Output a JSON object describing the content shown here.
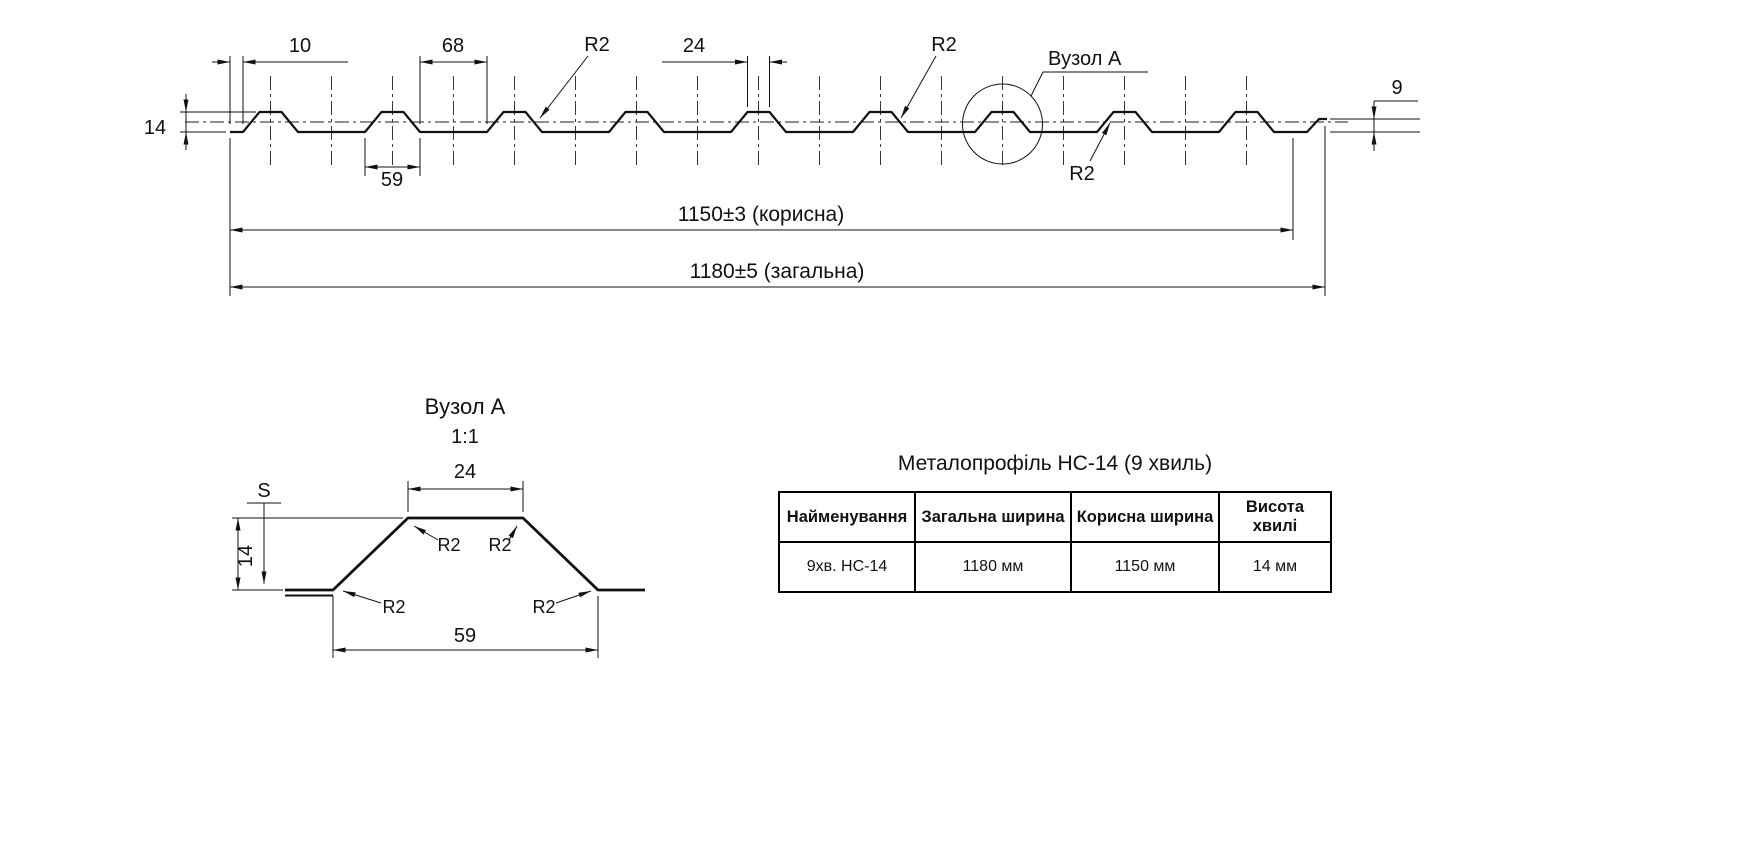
{
  "main_view": {
    "node_label": "Вузол А",
    "dim_10": "10",
    "dim_68": "68",
    "dim_24": "24",
    "dim_14": "14",
    "dim_9": "9",
    "dim_59": "59",
    "radius_label": "R2",
    "useful_width": "1150±3 (корисна)",
    "overall_width": "1180±5 (загальна)"
  },
  "detail_view": {
    "title": "Вузол А",
    "scale": "1:1",
    "dim_24": "24",
    "dim_14": "14",
    "dim_59": "59",
    "thickness_label": "S",
    "radius_label": "R2"
  },
  "spec_table": {
    "title": "Металопрофіль НС-14 (9 хвиль)",
    "headers": [
      "Найменування",
      "Загальна ширина",
      "Корисна ширина",
      "Висота хвилі"
    ],
    "rows": [
      [
        "9хв. НС-14",
        "1180 мм",
        "1150 мм",
        "14 мм"
      ]
    ]
  }
}
